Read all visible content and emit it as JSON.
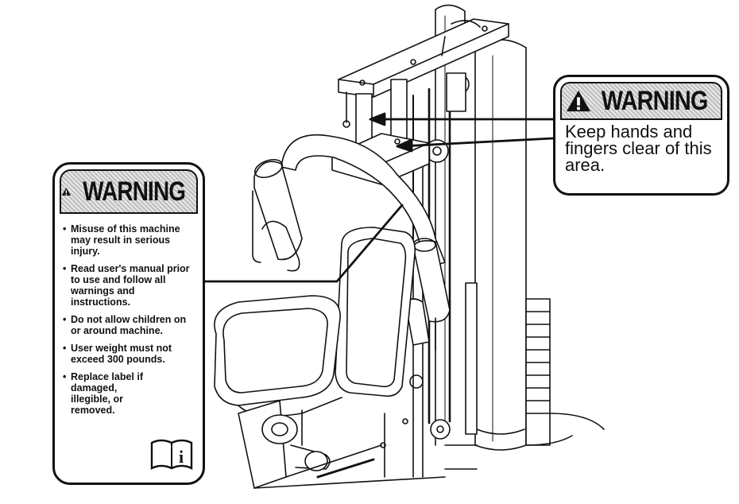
{
  "left_label": {
    "heading": "WARNING",
    "bullets": [
      "Misuse of this machine may result in serious injury.",
      "Read user's manual prior to use and follow all warnings and instructions.",
      "Do not allow children on or around machine.",
      "User weight must not exceed 300 pounds.",
      "Replace label if damaged, illegible, or removed."
    ],
    "manual_icon_glyph": "i"
  },
  "right_label": {
    "heading": "WARNING",
    "message": "Keep hands and fingers clear of this area."
  },
  "icons": [
    "warning-triangle-icon",
    "manual-info-icon"
  ],
  "colors": {
    "ink": "#111111",
    "header_fill": "#d0d0d0",
    "background": "#ffffff"
  }
}
